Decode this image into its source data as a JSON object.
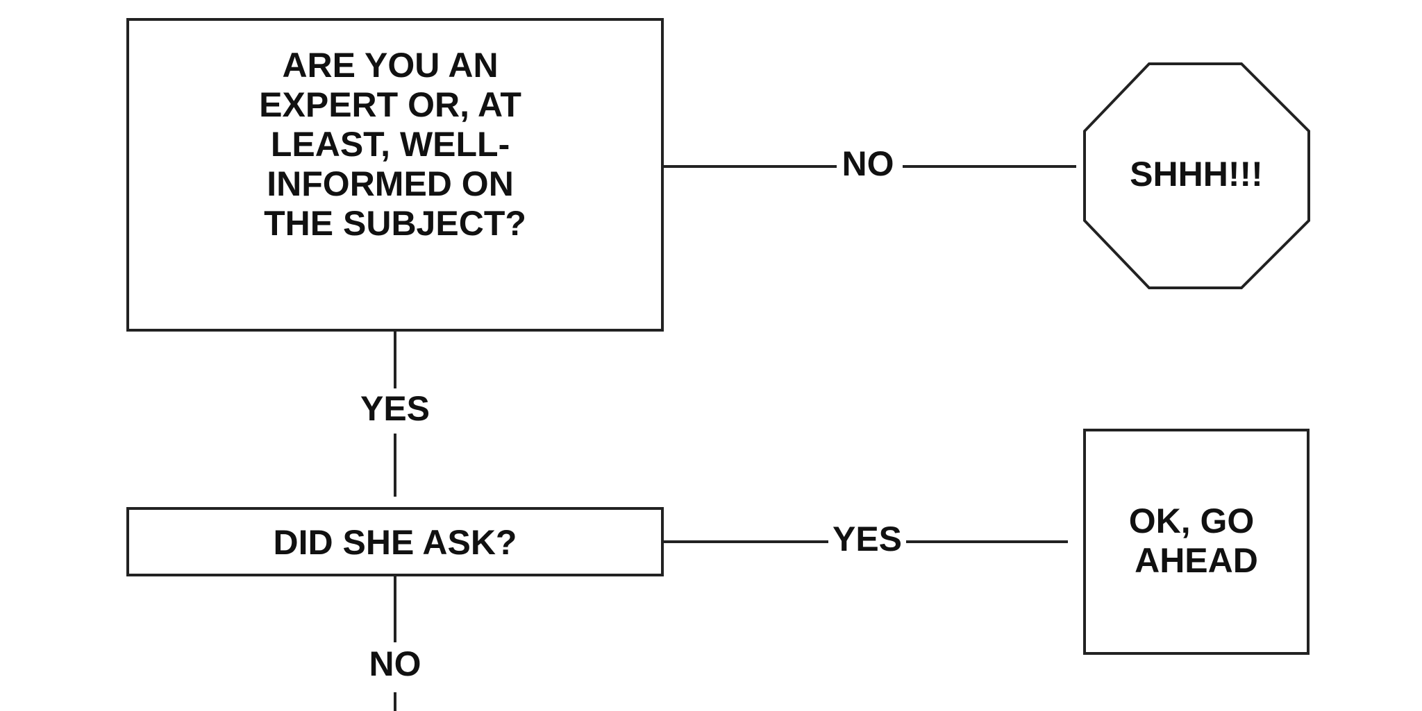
{
  "nodes": {
    "question_expert": {
      "lines": [
        "ARE YOU AN",
        "EXPERT OR, AT",
        "LEAST, WELL-",
        "INFORMED ON",
        "THE SUBJECT?"
      ]
    },
    "question_asked": {
      "lines": [
        "DID SHE ASK?"
      ]
    },
    "stop": {
      "lines": [
        "SHHH!!!"
      ]
    },
    "go_ahead": {
      "lines": [
        "OK, GO",
        "AHEAD"
      ]
    }
  },
  "edges": {
    "expert_no": "NO",
    "expert_yes": "YES",
    "asked_yes": "YES",
    "asked_no": "NO"
  },
  "colors": {
    "stroke": "#222222",
    "text": "#111111",
    "background": "#ffffff"
  }
}
